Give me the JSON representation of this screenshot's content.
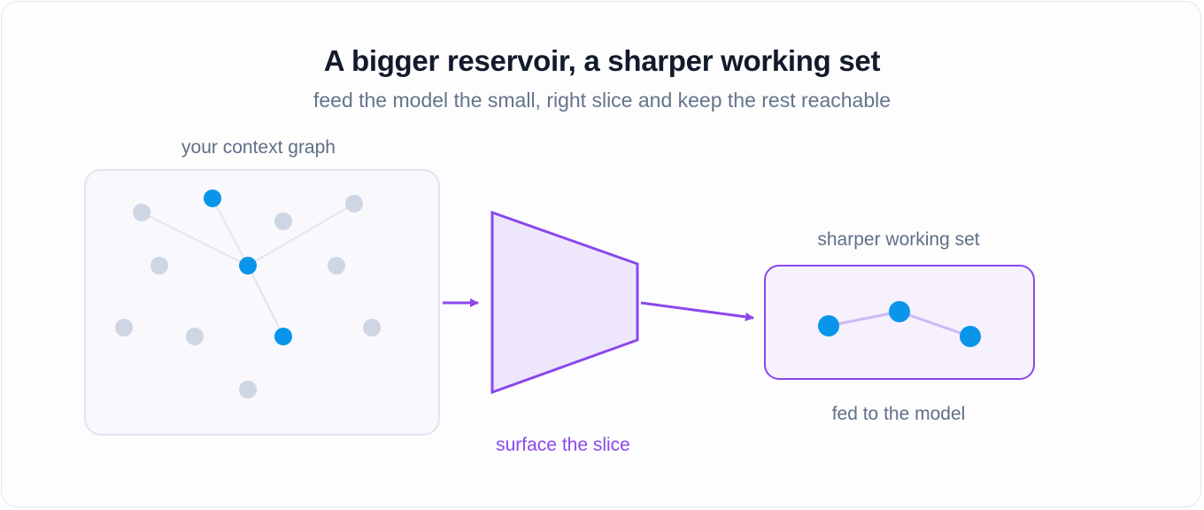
{
  "title": "A bigger reservoir, a sharper working set",
  "subtitle": "feed the model the small, right slice and keep the rest reachable",
  "labels": {
    "graph": "your context graph",
    "funnel": "surface the slice",
    "working_set": "sharper working set",
    "model": "fed to the model"
  },
  "colors": {
    "accent": "#8a48ec",
    "active_node": "#0995ea",
    "inactive_node": "#cfd6e3",
    "edge": "#e3e6ef",
    "panel_fill": "#f8f8fd",
    "working_fill": "#f6f1fd",
    "funnel_fill": "#eee7fc",
    "working_edge": "#cdb9f4"
  },
  "icons": [
    "arrow-right-icon",
    "arrow-right-icon"
  ]
}
